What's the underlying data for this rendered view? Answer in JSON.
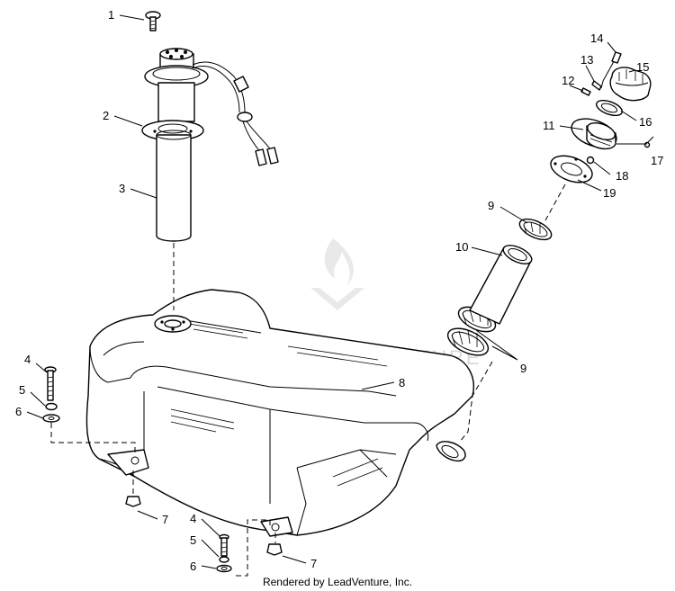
{
  "watermark": {
    "text": "LEADVENTURE"
  },
  "credit": {
    "text": "Rendered by LeadVenture, Inc."
  },
  "callouts": {
    "c1": "1",
    "c2": "2",
    "c3": "3",
    "c4a": "4",
    "c5a": "5",
    "c6a": "6",
    "c7a": "7",
    "c8": "8",
    "c4b": "4",
    "c5b": "5",
    "c6b": "6",
    "c7b": "7",
    "c9a": "9",
    "c9b": "9",
    "c10": "10",
    "c11": "11",
    "c12": "12",
    "c13": "13",
    "c14": "14",
    "c15": "15",
    "c16": "16",
    "c17": "17",
    "c18": "18",
    "c19": "19"
  }
}
